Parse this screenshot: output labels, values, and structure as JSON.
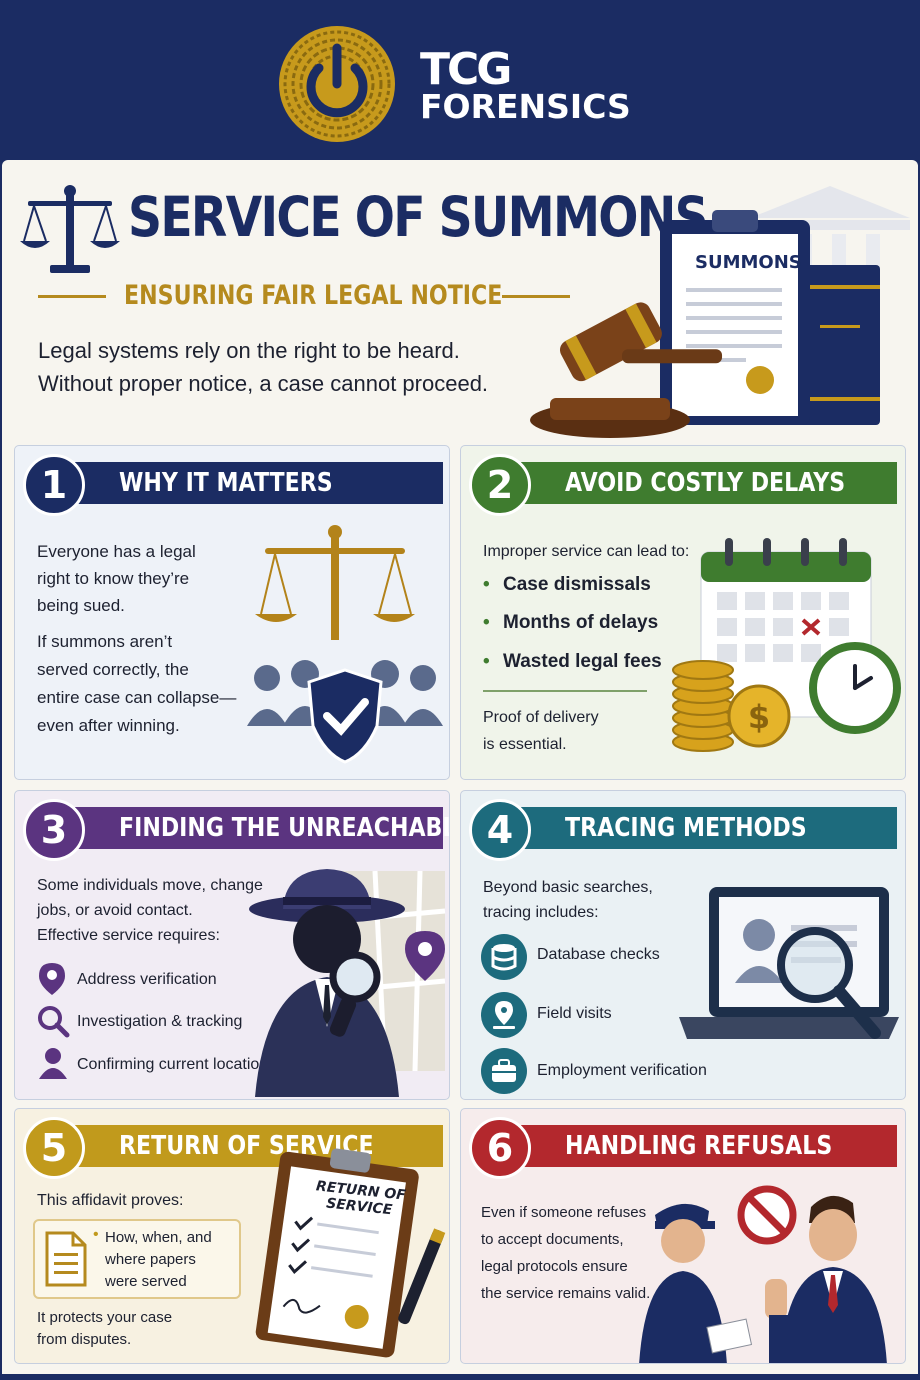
{
  "brand": {
    "line1": "TCG",
    "line2": "FORENSICS"
  },
  "hero": {
    "title": "SERVICE OF SUMMONS",
    "subtitle": "ENSURING FAIR LEGAL NOTICE",
    "desc_line1": "Legal systems rely on the right to be heard.",
    "desc_line2": "Without proper notice, a case cannot proceed.",
    "document_label": "SUMMONS"
  },
  "cards": [
    {
      "number": "1",
      "title": "WHY IT MATTERS",
      "accent": "#1b2c63",
      "p1": [
        "Everyone has a legal",
        "right to know they’re",
        "being sued."
      ],
      "p2": [
        "If summons aren’t",
        "served correctly, the",
        "entire case can collapse—",
        "even after winning."
      ]
    },
    {
      "number": "2",
      "title": "AVOID COSTLY DELAYS",
      "accent": "#3f7c2f",
      "intro": "Improper service can lead to:",
      "bullets": [
        "Case dismissals",
        "Months of delays",
        "Wasted legal fees"
      ],
      "outro": [
        "Proof of delivery",
        "is essential."
      ]
    },
    {
      "number": "3",
      "title": "FINDING THE UNREACHABLE",
      "accent": "#5b3480",
      "intro": [
        "Some individuals move, change",
        "jobs, or avoid contact.",
        "Effective service requires:"
      ],
      "items": [
        "Address verification",
        "Investigation & tracking",
        "Confirming current location"
      ]
    },
    {
      "number": "4",
      "title": "TRACING METHODS",
      "accent": "#1d6b7d",
      "intro": [
        "Beyond basic searches,",
        "tracing includes:"
      ],
      "items": [
        "Database checks",
        "Field visits",
        "Employment verification"
      ]
    },
    {
      "number": "5",
      "title": "RETURN OF SERVICE",
      "accent": "#c19a1c",
      "intro": "This affidavit proves:",
      "box": [
        "How, when, and",
        "where papers",
        "were served"
      ],
      "outro": [
        "It protects your case",
        "from disputes."
      ],
      "doc_title": [
        "RETURN OF",
        "SERVICE"
      ]
    },
    {
      "number": "6",
      "title": "HANDLING REFUSALS",
      "accent": "#b3282d",
      "text": [
        "Even if someone refuses",
        "to accept documents,",
        "legal protocols ensure",
        "the service remains valid."
      ]
    }
  ],
  "colors": {
    "navy": "#1b2c63",
    "gold": "#b58a1e",
    "green": "#3f7c2f",
    "purple": "#5b3480",
    "teal": "#1d6b7d",
    "red": "#b3282d"
  }
}
